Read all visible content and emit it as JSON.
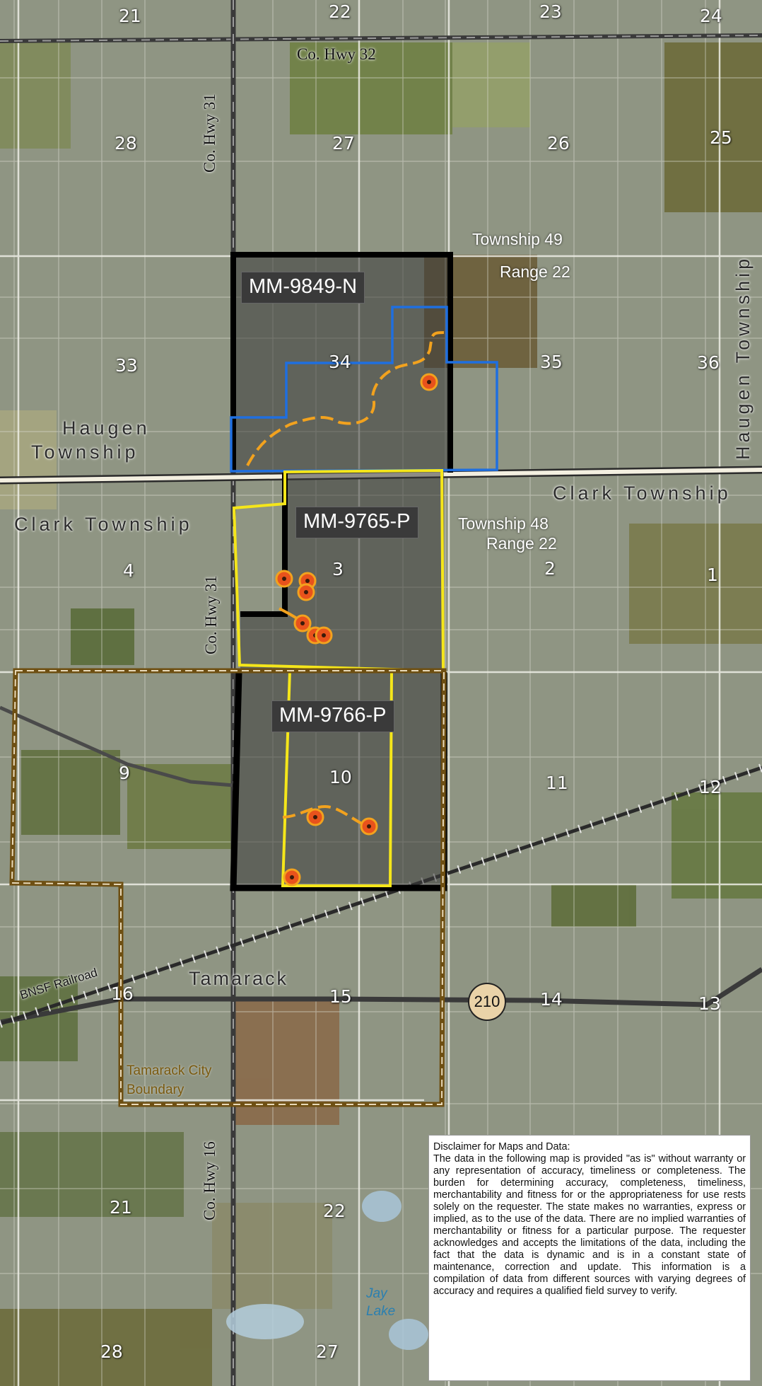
{
  "sections": {
    "s21_top": "21",
    "s22_top": "22",
    "s23": "23",
    "s24": "24",
    "s28_top": "28",
    "s27_top": "27",
    "s26": "26",
    "s25": "25",
    "s33": "33",
    "s34": "34",
    "s35": "35",
    "s36": "36",
    "s4": "4",
    "s3": "3",
    "s2": "2",
    "s1": "1",
    "s9": "9",
    "s10": "10",
    "s11": "11",
    "s12": "12",
    "s16": "16",
    "s15": "15",
    "s14": "14",
    "s13": "13",
    "s21_bot": "21",
    "s22_bot": "22",
    "s28_bot": "28",
    "s27_bot": "27"
  },
  "survey": {
    "township_north": "Township 49",
    "range_north": "Range 22",
    "township_south": "Township 48",
    "range_south": "Range 22"
  },
  "townships": {
    "haugen_line1": "Haugen",
    "haugen_line2": "Township",
    "haugen_vertical": "Haugen Township",
    "clark_west": "Clark Township",
    "clark_east": "Clark Township"
  },
  "roads": {
    "co_hwy_32": "Co. Hwy 32",
    "co_hwy_31_north": "Co. Hwy 31",
    "co_hwy_31_south": "Co. Hwy 31",
    "co_hwy_16": "Co. Hwy 16",
    "bnsf": "BNSF Railroad",
    "us_210": "210"
  },
  "places": {
    "tamarack": "Tamarack",
    "city_boundary_line1": "Tamarack City",
    "city_boundary_line2": "Boundary",
    "jay_lake_line1": "Jay",
    "jay_lake_line2": "Lake"
  },
  "parcels": {
    "north": "MM-9849-N",
    "middle": "MM-9765-P",
    "south": "MM-9766-P"
  },
  "disclaimer": {
    "title": "Disclaimer for Maps and Data:",
    "body": "The data in the following map is provided \"as is\" without warranty or any representation of accuracy, timeliness or completeness. The burden for determining accuracy, completeness, timeliness, merchantability and fitness for or the appropriateness for use rests solely on the requester. The state makes no warranties, express or implied, as to the use of the data. There are no implied warranties of merchantability or fitness for a particular purpose. The requester acknowledges and accepts the limitations of the data, including the fact that the data is dynamic and is in a constant state of maintenance, correction and update. This information is a compilation of data from different sources with varying degrees of accuracy and requires a qualified field survey to verify."
  },
  "colors": {
    "lease_outline": "#000000",
    "north_boundary": "#1f6fe0",
    "permit_boundary": "#f5e61a",
    "city_boundary": "#7a5512",
    "trail": "#f2a21e",
    "drill_site": "#e8521c"
  }
}
